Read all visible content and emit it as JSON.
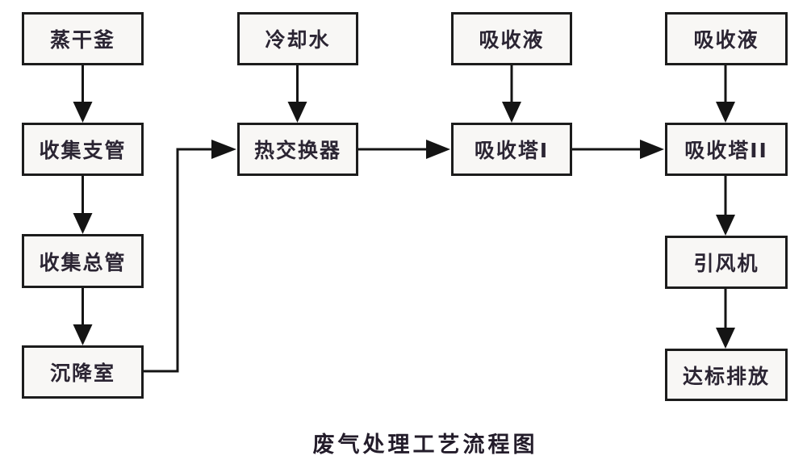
{
  "title": "废气处理工艺流程图",
  "nodes": [
    {
      "id": "steam-drying-kettle",
      "label": "蒸干釜"
    },
    {
      "id": "collection-branch-pipe",
      "label": "收集支管"
    },
    {
      "id": "collection-main-pipe",
      "label": "收集总管"
    },
    {
      "id": "settling-chamber",
      "label": "沉降室"
    },
    {
      "id": "cooling-water",
      "label": "冷却水"
    },
    {
      "id": "heat-exchanger",
      "label": "热交换器"
    },
    {
      "id": "absorption-liquid-1",
      "label": "吸收液"
    },
    {
      "id": "absorption-tower-1",
      "label": "吸收塔I"
    },
    {
      "id": "absorption-liquid-2",
      "label": "吸收液"
    },
    {
      "id": "absorption-tower-2",
      "label": "吸收塔II"
    },
    {
      "id": "induced-draft-fan",
      "label": "引风机"
    },
    {
      "id": "compliant-discharge",
      "label": "达标排放"
    }
  ],
  "edges": [
    {
      "from": "蒸干釜",
      "to": "收集支管"
    },
    {
      "from": "收集支管",
      "to": "收集总管"
    },
    {
      "from": "收集总管",
      "to": "沉降室"
    },
    {
      "from": "沉降室",
      "to": "热交换器"
    },
    {
      "from": "冷却水",
      "to": "热交换器"
    },
    {
      "from": "热交换器",
      "to": "吸收塔I"
    },
    {
      "from": "吸收液",
      "to": "吸收塔I"
    },
    {
      "from": "吸收塔I",
      "to": "吸收塔II"
    },
    {
      "from": "吸收液",
      "to": "吸收塔II"
    },
    {
      "from": "吸收塔II",
      "to": "引风机"
    },
    {
      "from": "引风机",
      "to": "达标排放"
    }
  ],
  "colors": {
    "background": "#ffffff",
    "box_fill": "#f8f7f5",
    "box_border": "#1c1c1c",
    "line": "#141414",
    "text": "#2b2533"
  }
}
